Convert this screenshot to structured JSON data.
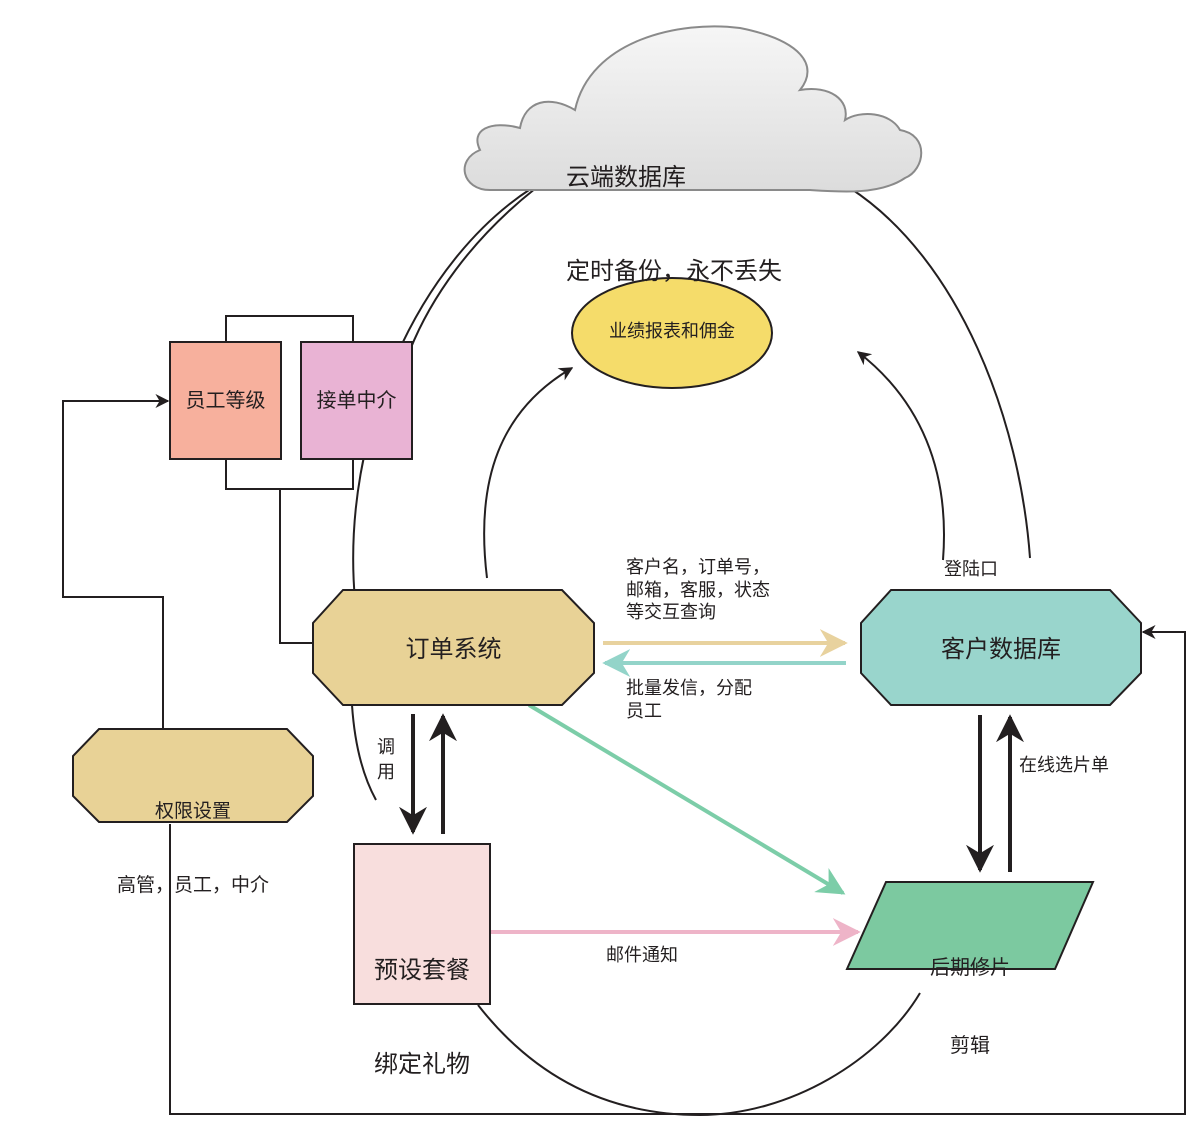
{
  "diagram": {
    "nodes": {
      "cloud": {
        "line1": "云端数据库",
        "line2": "定时备份，永不丢失",
        "fill": "#eeeeee",
        "stroke": "#8a8a8a"
      },
      "report": {
        "label": "业绩报表和佣金",
        "fill": "#f5dc6a"
      },
      "staff_level": {
        "label": "员工等级",
        "fill": "#f7b09d"
      },
      "agent": {
        "label": "接单中介",
        "fill": "#e9b3d4"
      },
      "order_system": {
        "label": "订单系统",
        "fill": "#e8d296"
      },
      "customer_db": {
        "label": "客户数据库",
        "fill": "#99d5cc"
      },
      "permissions": {
        "line1": "权限设置",
        "line2": "高管，员工，中介",
        "fill": "#e8d296"
      },
      "packages": {
        "line1": "预设套餐",
        "line2": "绑定礼物",
        "fill": "#f8dedd"
      },
      "retouch": {
        "line1": "后期修片",
        "line2": "剪辑",
        "fill": "#7cc9a0"
      }
    },
    "edges": {
      "query_label": "客户名，订单号，\n邮箱，客服，状态\n等交互查询",
      "mail_label": "批量发信，分配\n员工",
      "login_label": "登陆口",
      "call_label": "调\n用",
      "select_label": "在线选片单",
      "notify_label": "邮件通知",
      "query_color": "#e8d29e",
      "mail_color": "#93d4c9",
      "green_color": "#7ccda8",
      "pink_color": "#eeb4c8"
    }
  }
}
